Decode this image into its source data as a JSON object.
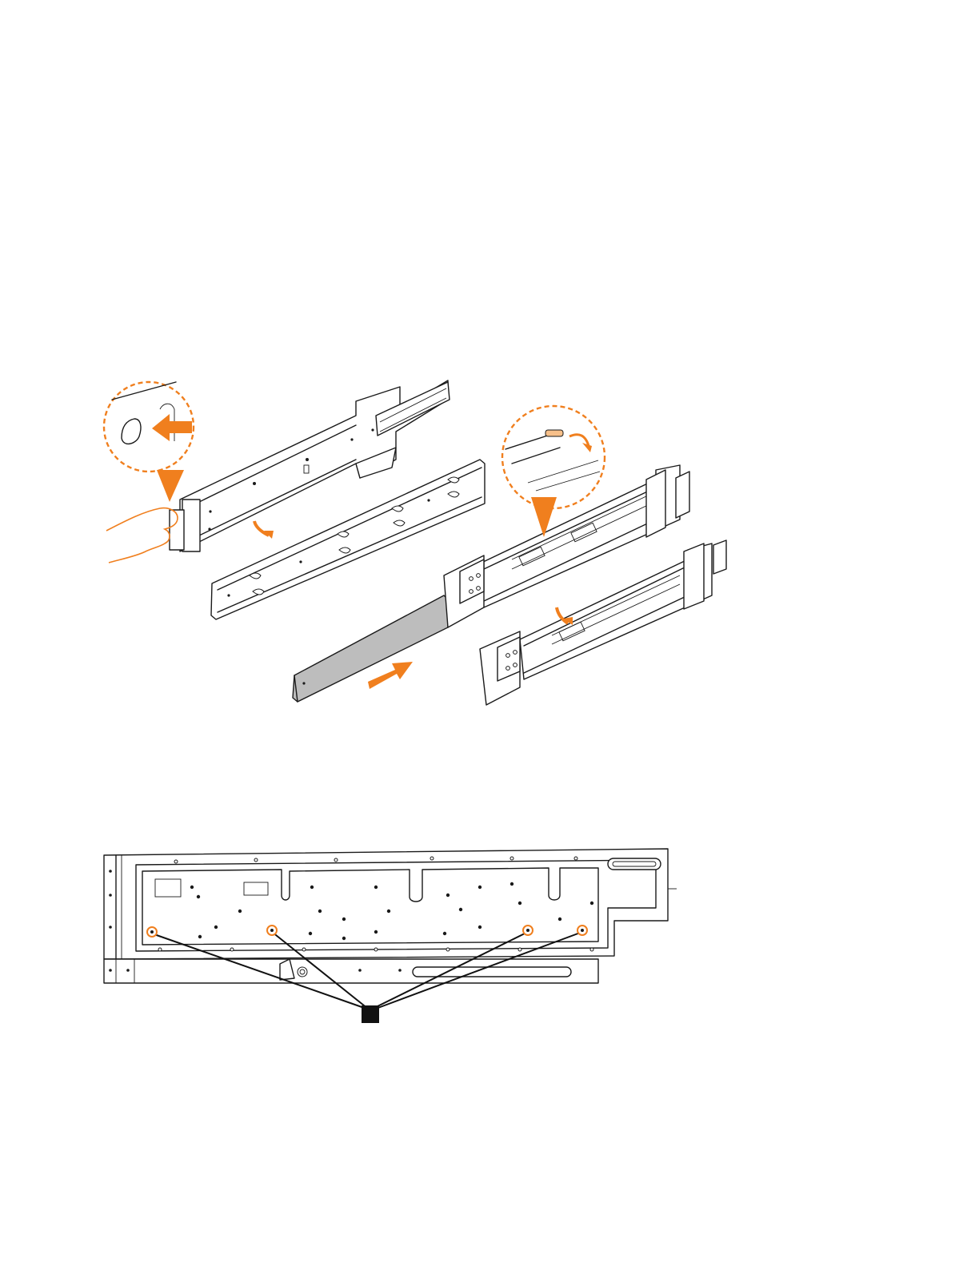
{
  "colors": {
    "accent": "#f07f1e",
    "line": "#1a1a1a",
    "shade": "#bdbdbd",
    "callout": "#111111"
  },
  "figures": {
    "top": {
      "icons": [
        "magnifier-callout-latch",
        "magnifier-callout-lever",
        "push-arrow",
        "curved-arrow"
      ]
    },
    "bottom": {
      "callout_label": "",
      "highlighted_screw_count": 4
    }
  }
}
